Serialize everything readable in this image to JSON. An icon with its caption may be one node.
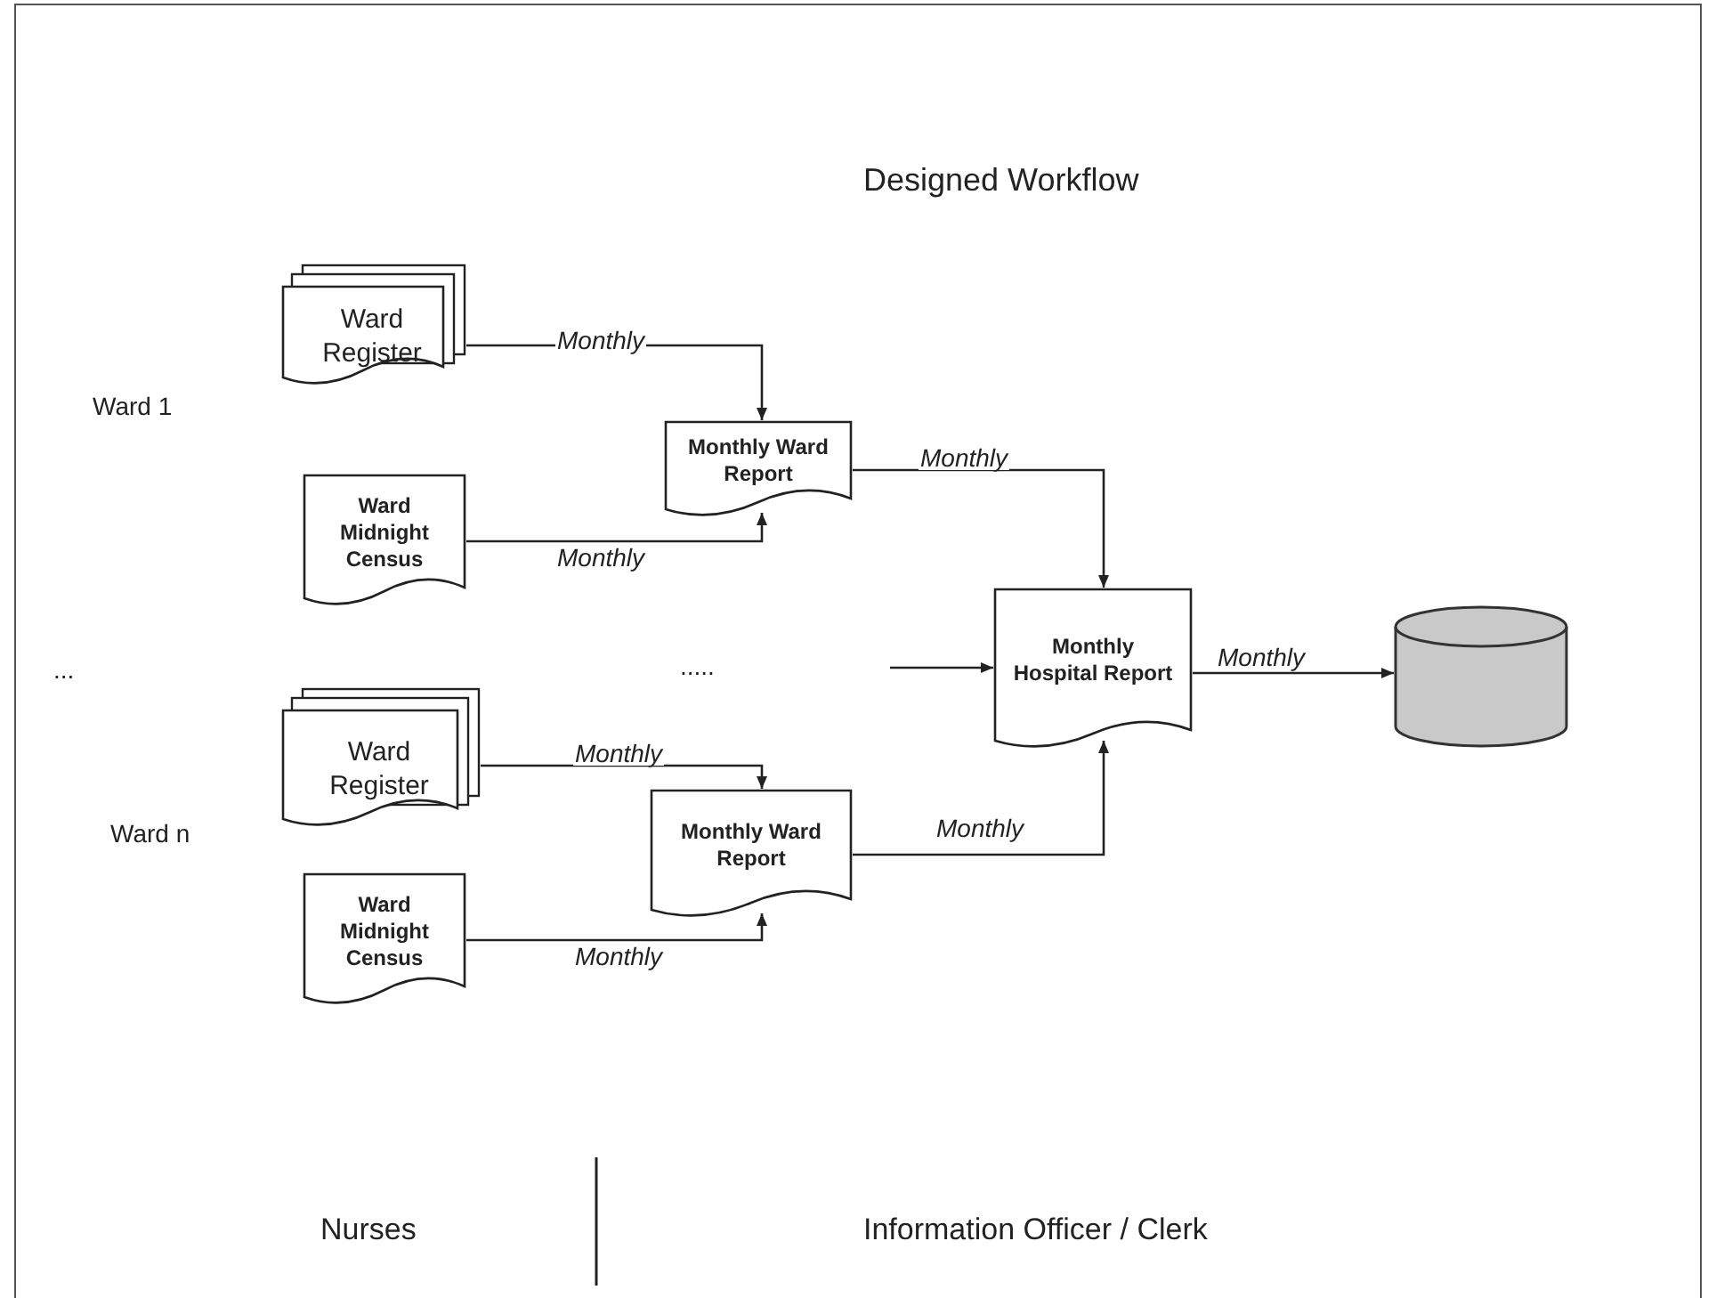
{
  "diagram": {
    "title": "Designed Workflow",
    "nodes": [
      {
        "text": [
          "Ward Register"
        ]
      },
      {
        "text": [
          "Ward Midnight Census"
        ]
      },
      {
        "text": [
          "Monthly Ward Report"
        ]
      },
      {
        "text": [
          "Ward Register"
        ]
      },
      {
        "text": [
          "Ward Midnight Census"
        ]
      },
      {
        "text": [
          "Monthly Ward Report"
        ]
      },
      {
        "text": [
          "Monthly Hospital Report"
        ]
      },
      {
        "text": [],
        "shape": "cylinder"
      }
    ],
    "edges": [
      {
        "from": 0,
        "to": 2,
        "arrow": "to",
        "label": "Monthly"
      },
      {
        "from": 1,
        "to": 2,
        "arrow": "to",
        "label": "Monthly"
      },
      {
        "from": 2,
        "to": 6,
        "arrow": "to",
        "label": "Monthly"
      },
      {
        "from": 3,
        "to": 5,
        "arrow": "to",
        "label": "Monthly"
      },
      {
        "from": 4,
        "to": 5,
        "arrow": "to",
        "label": "Monthly"
      },
      {
        "from": 5,
        "to": 6,
        "arrow": "to",
        "label": "Monthly"
      },
      {
        "from": null,
        "to": 6,
        "arrow": "to"
      },
      {
        "from": 6,
        "to": 7,
        "arrow": "to",
        "label": "Monthly"
      }
    ],
    "labels": [
      "Ward 1",
      "...",
      ".....",
      "Ward n",
      "Nurses",
      "Information Officer / Clerk"
    ]
  }
}
